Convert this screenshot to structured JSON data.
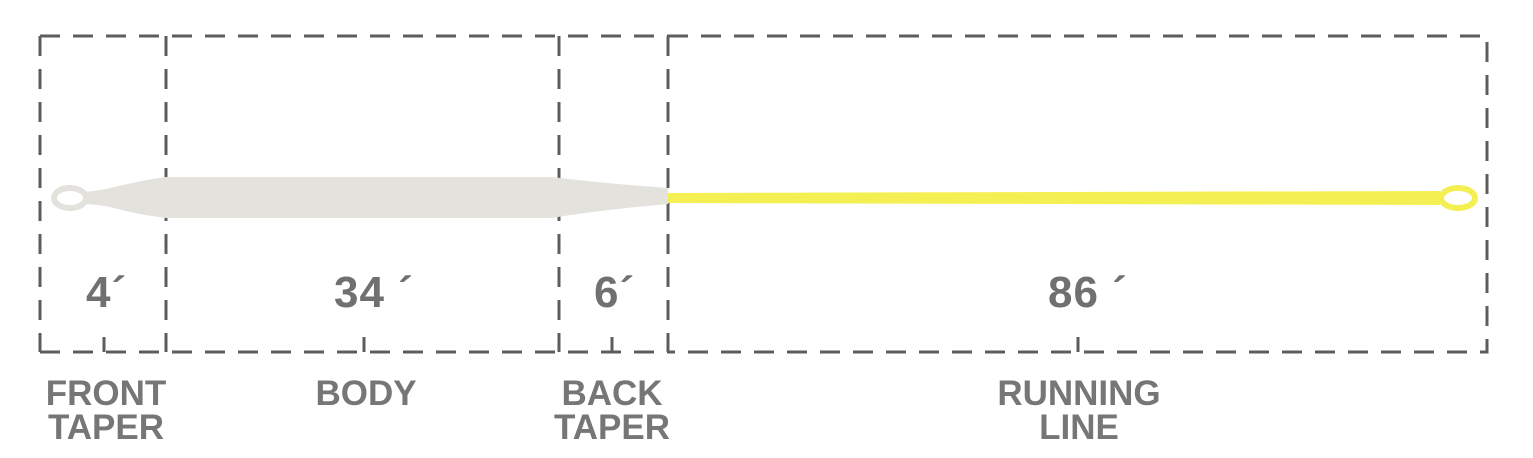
{
  "segments": [
    {
      "name": "front-taper",
      "label_lines": [
        "FRONT",
        "TAPER"
      ],
      "length": "4´"
    },
    {
      "name": "body",
      "label_lines": [
        "BODY"
      ],
      "length": "34 ´"
    },
    {
      "name": "back-taper",
      "label_lines": [
        "BACK",
        "TAPER"
      ],
      "length": "6´"
    },
    {
      "name": "running-line",
      "label_lines": [
        "RUNNING",
        "LINE"
      ],
      "length": "86 ´"
    }
  ],
  "colors": {
    "head": "#e4e2dd",
    "running_line": "#f4f053",
    "dashes": "#5d5d5d",
    "text": "#707070"
  }
}
